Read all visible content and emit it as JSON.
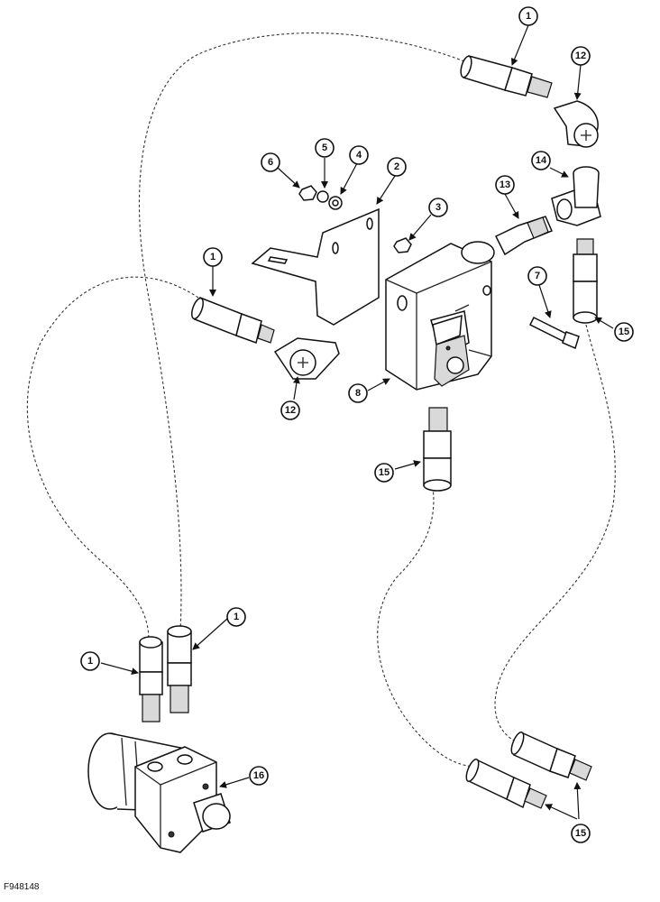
{
  "figure_id": "F948148",
  "callouts": [
    {
      "label": "1"
    },
    {
      "label": "12"
    },
    {
      "label": "14"
    },
    {
      "label": "13"
    },
    {
      "label": "6"
    },
    {
      "label": "5"
    },
    {
      "label": "4"
    },
    {
      "label": "2"
    },
    {
      "label": "3"
    },
    {
      "label": "1"
    },
    {
      "label": "7"
    },
    {
      "label": "15"
    },
    {
      "label": "12"
    },
    {
      "label": "8"
    },
    {
      "label": "15"
    },
    {
      "label": "1"
    },
    {
      "label": "1"
    },
    {
      "label": "16"
    },
    {
      "label": "15"
    }
  ]
}
